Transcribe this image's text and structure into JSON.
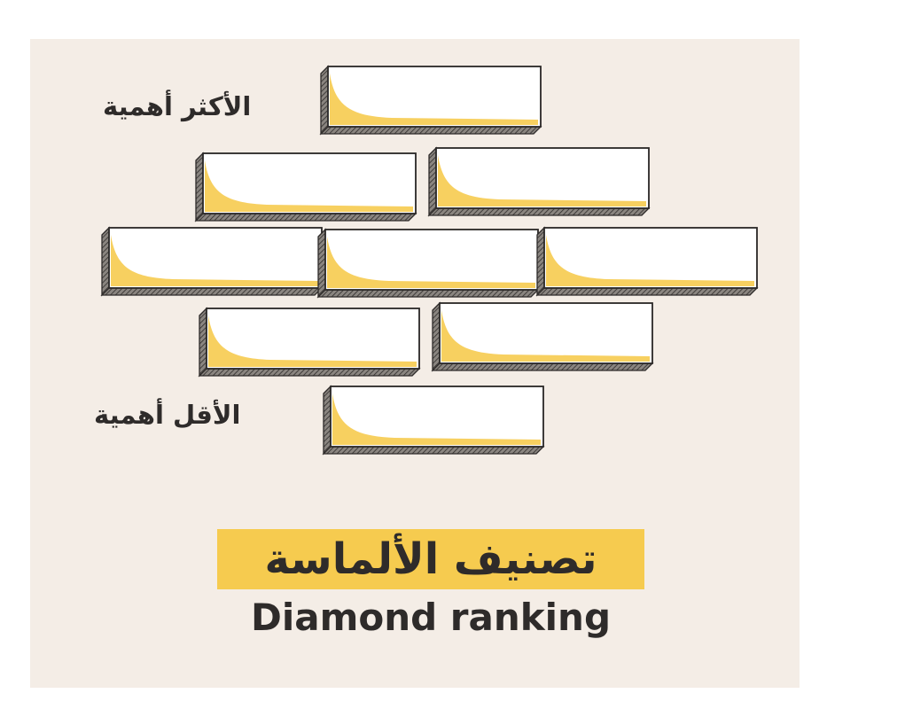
{
  "labels": {
    "most_important": "الأكثر أهمية",
    "least_important": "الأقل أهمية"
  },
  "title": {
    "arabic": "تصنيف الألماسة",
    "english": "Diamond ranking"
  },
  "diagram": {
    "rows": [
      1,
      2,
      3,
      2,
      1
    ],
    "brick_count": 9
  },
  "colors": {
    "background": "#f4ede6",
    "brick_fill": "#ffffff",
    "brick_shade": "#f6cb4f",
    "outline": "#2e2b2a",
    "highlight": "#f6cb4f",
    "text": "#2e2b2a"
  }
}
